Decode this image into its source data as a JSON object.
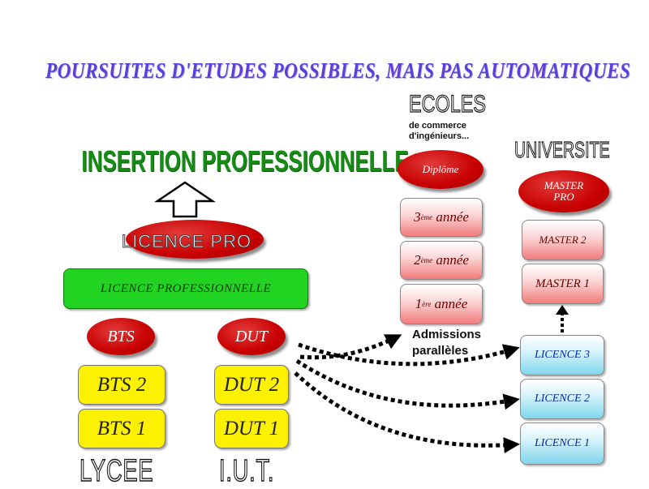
{
  "title": "POURSUITES D'ETUDES POSSIBLES, MAIS PAS AUTOMATIQUES",
  "insertion": "INSERTION PROFESSIONNELLE",
  "licence_pro": "LICENCE  PRO",
  "licence_professionnelle": "LICENCE  PROFESSIONNELLE",
  "bts": {
    "ellipse": "BTS",
    "year2": "BTS 2",
    "year1": "BTS 1",
    "place": "LYCEE"
  },
  "dut": {
    "ellipse": "DUT",
    "year2": "DUT 2",
    "year1": "DUT 1",
    "place": "I.U.T."
  },
  "ecoles": {
    "heading": "ECOLES",
    "sub1": "de commerce",
    "sub2": "d'ingénieurs...",
    "diploma": "Diplôme",
    "year3": {
      "num": "3",
      "sup": "ème",
      "word": " année"
    },
    "year2": {
      "num": "2",
      "sup": "ème",
      "word": " année"
    },
    "year1": {
      "num": "1",
      "sup": "ère",
      "word": " année"
    },
    "admissions_line1": "Admissions",
    "admissions_line2": "parallèles"
  },
  "universite": {
    "heading": "UNIVERSITE",
    "master_pro_line1": "MASTER",
    "master_pro_line2": "PRO",
    "master2": "MASTER 2",
    "master1": "MASTER 1",
    "licence3": "LICENCE 3",
    "licence2": "LICENCE 2",
    "licence1": "LICENCE 1"
  },
  "colors": {
    "title": "#5a3fd8",
    "insertion": "#168c16",
    "ellipse_red": "#c80000",
    "green_bar": "#22d322",
    "yellow_box": "#fbf100",
    "pink_box": "#f17b7b",
    "blue_box": "#7fd6ec"
  }
}
